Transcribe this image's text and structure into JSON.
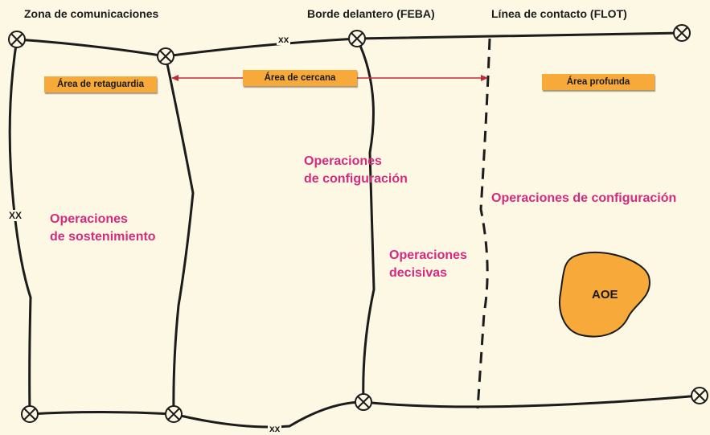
{
  "boundaries": {
    "communications_zone": "Zona de comunicaciones",
    "feba": "Borde delantero (FEBA)",
    "flot": "Línea de contacto (FLOT)"
  },
  "areas": {
    "rear": "Área de retaguardia",
    "close": "Área de cercana",
    "deep": "Área profunda"
  },
  "operations": {
    "sustaining": [
      "Operaciones",
      "de sostenimiento"
    ],
    "shaping_close": [
      "Operaciones",
      "de configuración"
    ],
    "decisive": [
      "Operaciones",
      "decisivas"
    ],
    "shaping_deep": "Operaciones de configuración"
  },
  "markers": {
    "xx": "xx",
    "xx_caps": "XX"
  },
  "aoe": "AOE",
  "colors": {
    "background": "#fcf8e4",
    "area_box": "#f7a93a",
    "operations_text": "#d62a7e",
    "arrow": "#c22a3c",
    "lines": "#1c1c1c",
    "aoe_fill": "#f7a93a"
  }
}
